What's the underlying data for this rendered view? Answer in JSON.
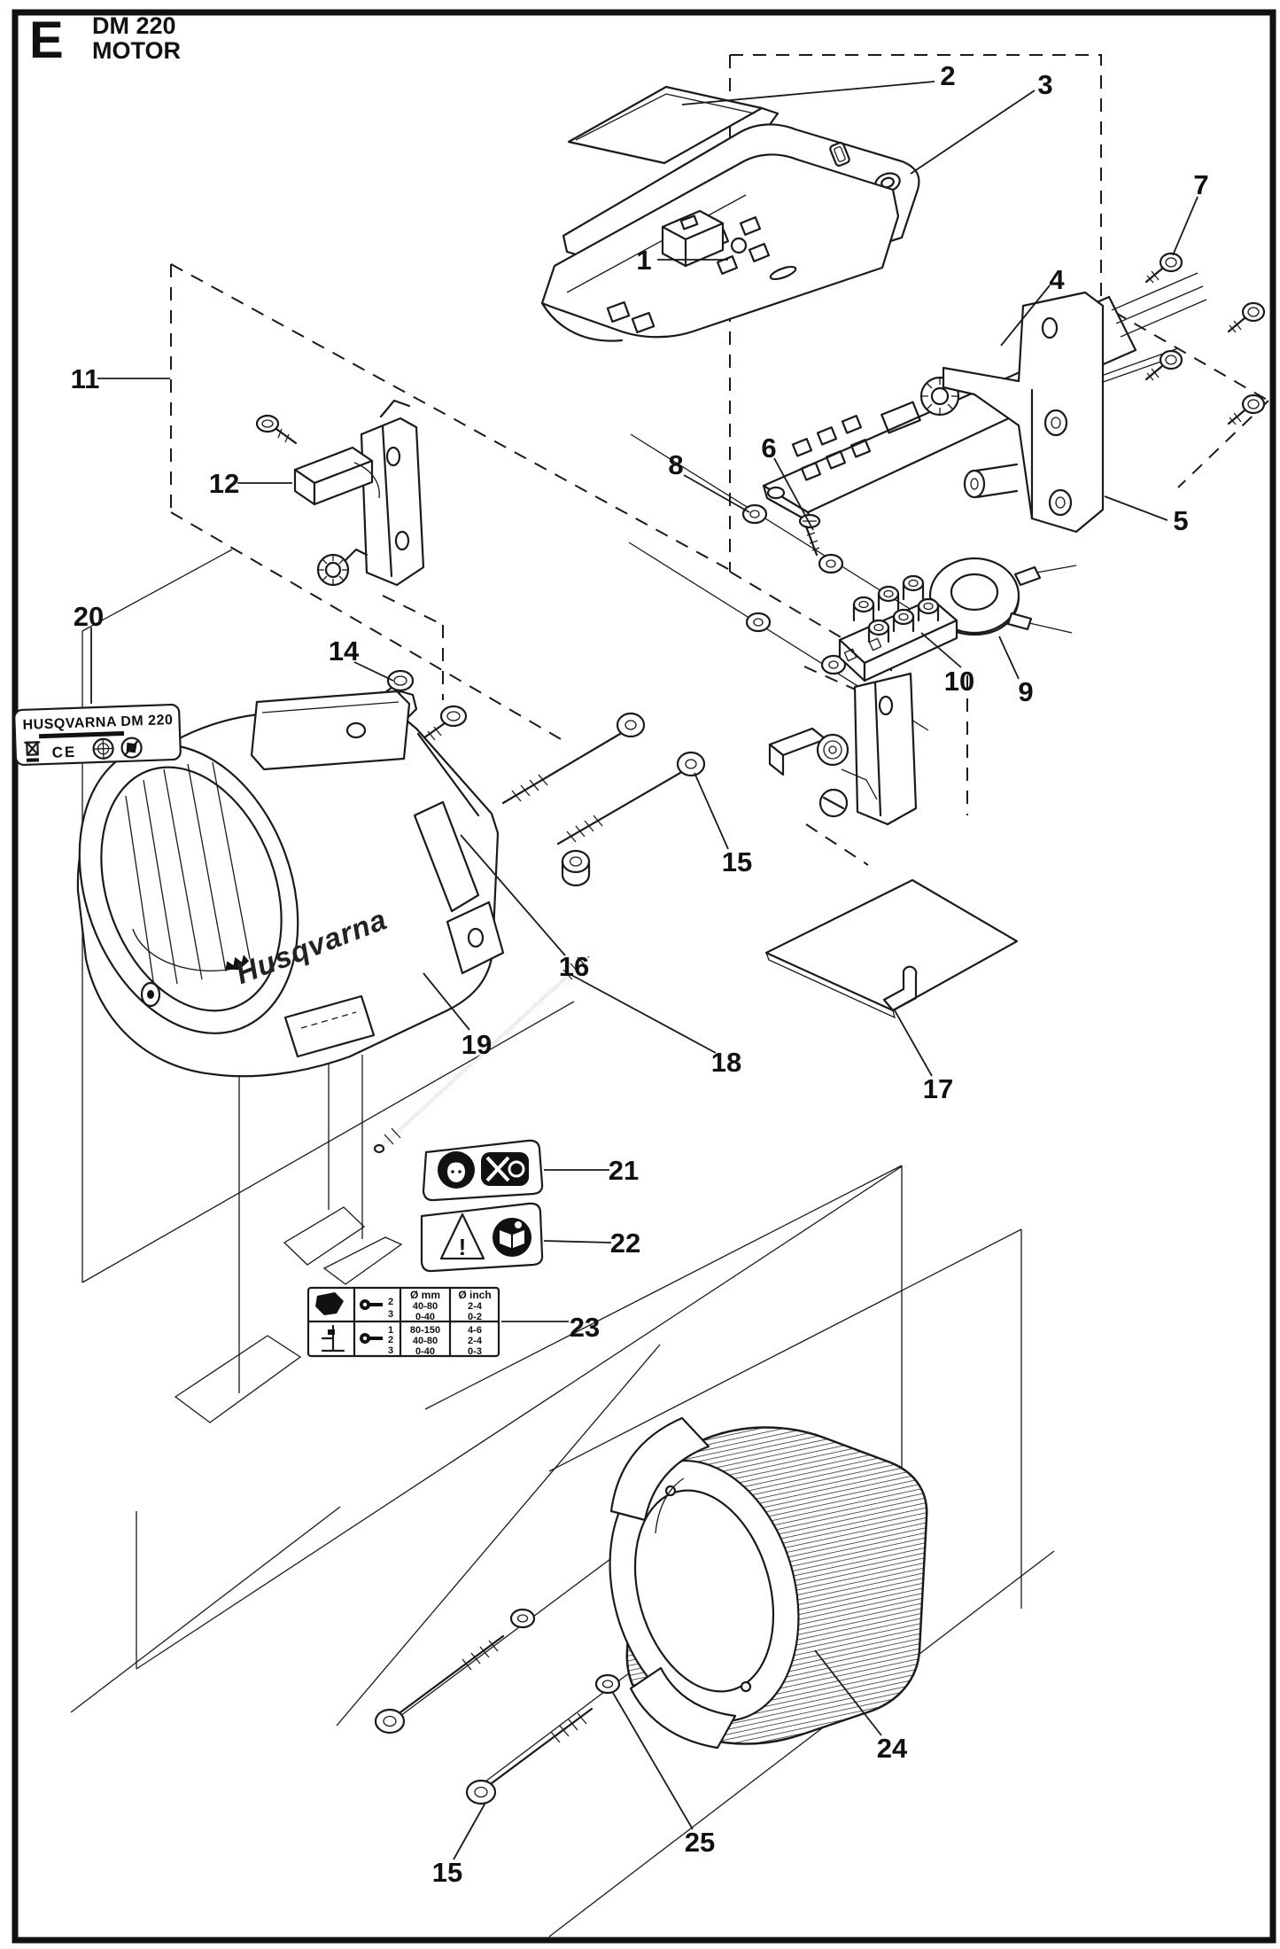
{
  "page": {
    "frame_letter": "E",
    "model": "DM 220",
    "section": "MOTOR"
  },
  "colors": {
    "line": "#1a1a1a",
    "background": "#ffffff"
  },
  "callouts": [
    {
      "label": "1"
    },
    {
      "label": "2"
    },
    {
      "label": "3"
    },
    {
      "label": "4"
    },
    {
      "label": "5"
    },
    {
      "label": "6"
    },
    {
      "label": "7"
    },
    {
      "label": "8"
    },
    {
      "label": "9"
    },
    {
      "label": "10"
    },
    {
      "label": "11"
    },
    {
      "label": "12"
    },
    {
      "label": "14"
    },
    {
      "label": "15"
    },
    {
      "label": "16"
    },
    {
      "label": "17"
    },
    {
      "label": "18"
    },
    {
      "label": "19"
    },
    {
      "label": "20"
    },
    {
      "label": "21"
    },
    {
      "label": "22"
    },
    {
      "label": "23"
    },
    {
      "label": "24"
    },
    {
      "label": "25"
    },
    {
      "label": "15"
    }
  ],
  "stickers": {
    "model_label": {
      "title": "HUSQVARNA DM 220",
      "ce_text": "CE",
      "symbols": [
        "weee-crossed-bin",
        "ce-mark",
        "round-emblem-1",
        "round-emblem-2"
      ]
    },
    "warning_label_21": {
      "symbols": [
        "ear-protection",
        "no-tools-crossed"
      ]
    },
    "warning_label_22": {
      "symbols": [
        "warning-triangle",
        "read-manual"
      ],
      "exclamation": "!"
    },
    "gear_table_23": {
      "headers": {
        "mm": "Ø mm",
        "inch": "Ø inch"
      },
      "rows": [
        {
          "application": "handheld-drill-icon",
          "gears": [
            "2",
            "3"
          ],
          "mm": [
            "40-80",
            "0-40"
          ],
          "inch": [
            "2-4",
            "0-2"
          ]
        },
        {
          "application": "drill-stand-icon",
          "gears": [
            "1",
            "2",
            "3"
          ],
          "mm": [
            "80-150",
            "40-80",
            "0-40"
          ],
          "inch": [
            "4-6",
            "2-4",
            "0-3"
          ]
        }
      ]
    }
  },
  "housing_logo": {
    "brand": "Husqvarna"
  }
}
